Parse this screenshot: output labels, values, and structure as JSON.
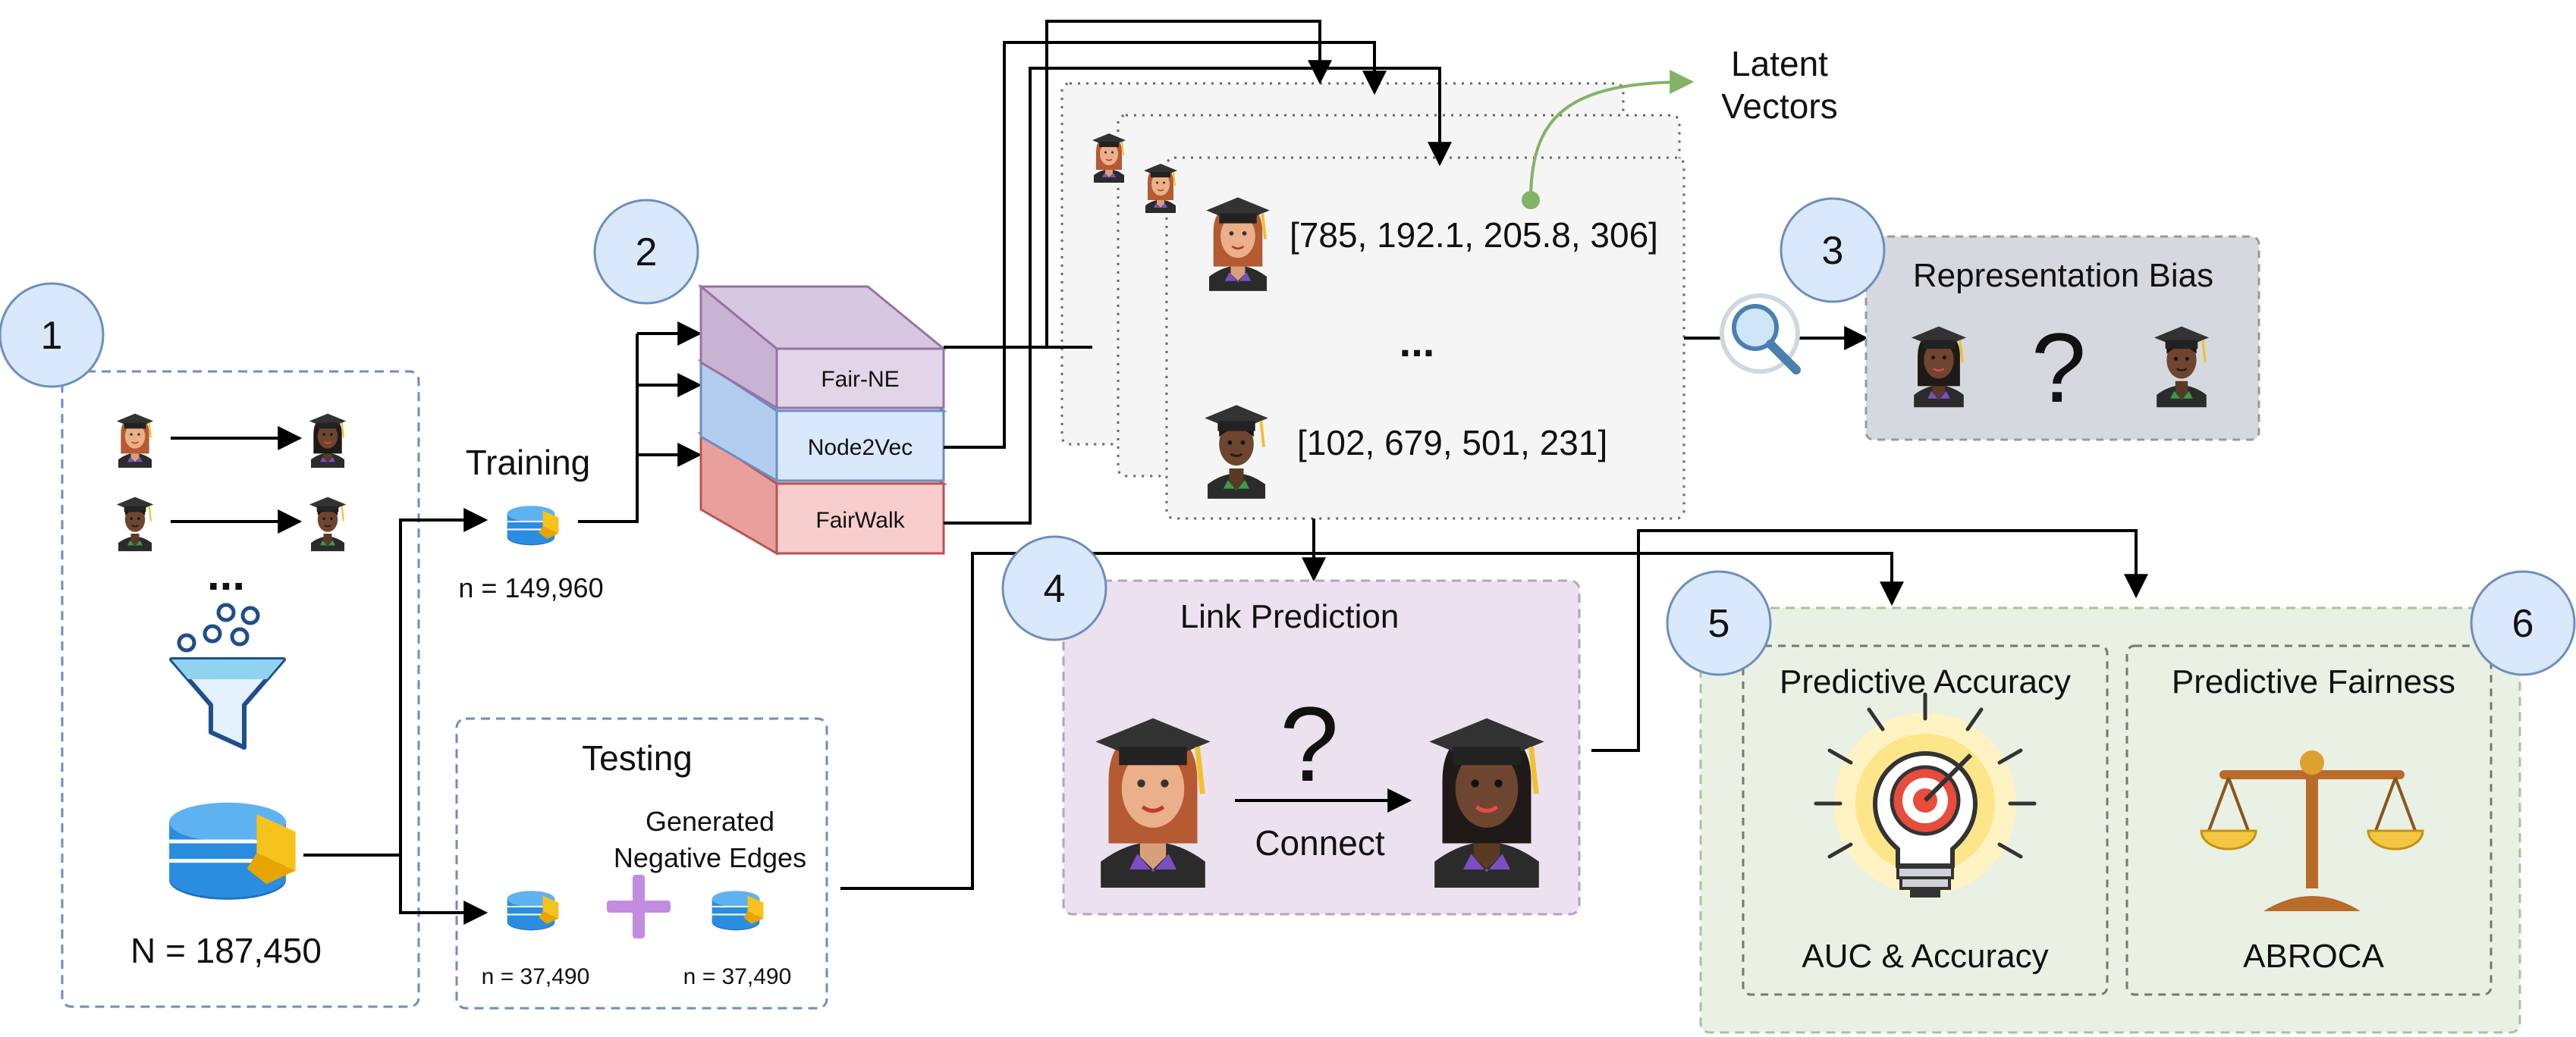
{
  "steps": {
    "s1": "1",
    "s2": "2",
    "s3": "3",
    "s4": "4",
    "s5": "5",
    "s6": "6"
  },
  "dataset": {
    "ellipsis": "...",
    "total": "N = 187,450"
  },
  "training": {
    "label": "Training",
    "n": "n = 149,960"
  },
  "testing": {
    "label": "Testing",
    "neg_label_1": "Generated",
    "neg_label_2": "Negative Edges",
    "n_pos": "n = 37,490",
    "n_neg": "n = 37,490"
  },
  "models": [
    "Fair-NE",
    "Node2Vec",
    "FairWalk"
  ],
  "embeddings": {
    "vector_1": "[785, 192.1, 205.8, 306]",
    "ellipsis": "...",
    "vector_2": "[102, 679, 501, 231]",
    "latent_1": "Latent",
    "latent_2": "Vectors"
  },
  "representation_bias": {
    "title": "Representation Bias",
    "question": "?"
  },
  "link_prediction": {
    "title": "Link Prediction",
    "question": "?",
    "connect": "Connect"
  },
  "predictive_accuracy": {
    "title": "Predictive Accuracy",
    "metric": "AUC & Accuracy"
  },
  "predictive_fairness": {
    "title": "Predictive Fairness",
    "metric": "ABROCA"
  },
  "colors": {
    "step_circle": "#dae8fc",
    "step_border": "#6c8ebf",
    "fairne": "#e1d5e7",
    "node2vec": "#dae8fc",
    "fairwalk": "#f8cecc",
    "rep_bias_bg": "#d5d9df",
    "link_pred_bg": "#ece2ef",
    "eval_bg": "#e8f1e3",
    "latent_arrow": "#82b366",
    "db_blue": "#2a8de0",
    "db_yellow": "#f7c21b"
  }
}
